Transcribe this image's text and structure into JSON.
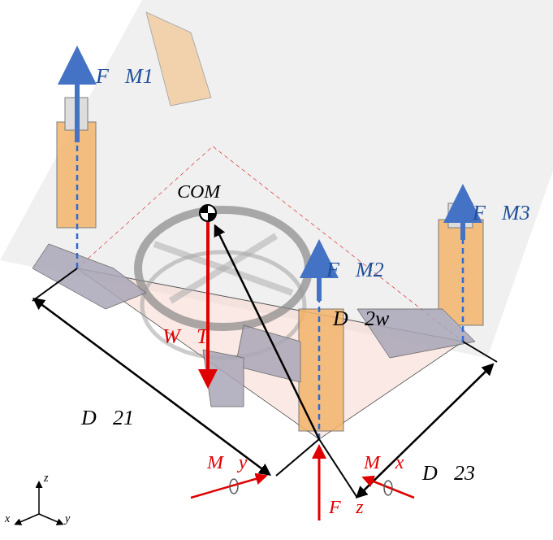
{
  "diagram": {
    "labels": [
      "F⃗M1",
      "COM",
      "F⃗M3",
      "F⃗M2",
      "D⃗2w",
      "W⃗T",
      "D⃗21",
      "D⃗23",
      "M⃗y",
      "M⃗x",
      "F⃗z",
      "z",
      "x",
      "y"
    ]
  }
}
